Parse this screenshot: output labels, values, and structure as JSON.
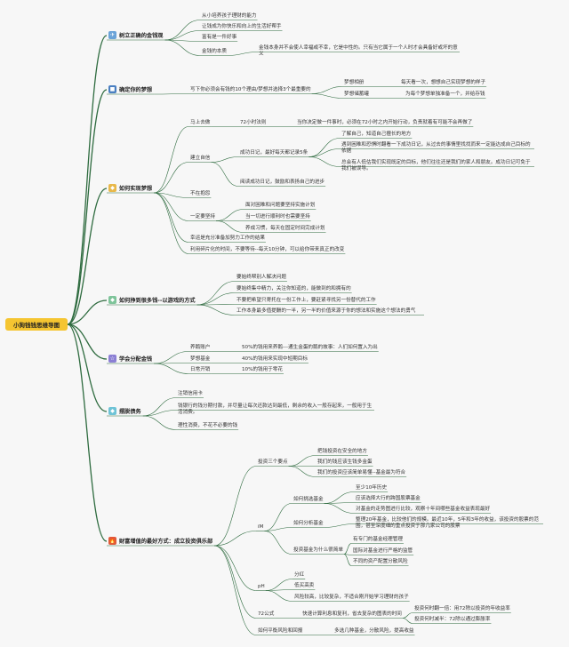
{
  "root": "小狗钱钱思维导图",
  "b1": [
    {
      "id": "k1",
      "label": "树立正确的金钱观",
      "icon": "paper-plane-icon",
      "color": "#6aa3d8",
      "glyph": "✈"
    },
    {
      "id": "k2",
      "label": "确定你的梦想",
      "icon": "square-icon",
      "color": "#4a7fc1",
      "glyph": "■"
    },
    {
      "id": "k3",
      "label": "如何实现梦想",
      "icon": "diamond-icon",
      "color": "#e8b84a",
      "glyph": "◆"
    },
    {
      "id": "k4",
      "label": "如何挣到很多钱--以游戏的方式",
      "icon": "diamond-icon",
      "color": "#7ec49a",
      "glyph": "◆"
    },
    {
      "id": "k5",
      "label": "学会分配金钱",
      "icon": "star-icon",
      "color": "#8b7fd4",
      "glyph": "☆"
    },
    {
      "id": "k6",
      "label": "摆脱债务",
      "icon": "diamond-icon",
      "color": "#6ec3d6",
      "glyph": "◆"
    },
    {
      "id": "k7",
      "label": "财富增值的最好方式：成立投资俱乐部",
      "icon": "fire-icon",
      "color": "#e05a3a",
      "glyph": "🔥"
    }
  ],
  "t": {
    "a1": "从小培养孩子理财的能力",
    "a2": "让钱成为你快乐和向上的生活好帮手",
    "a3": "富有是一件好事",
    "a4": "金钱的本质",
    "a5": "金钱本身并不会使人幸福或不幸，它是中性的。只有当它属于一个人时才会具备好或坏的意义",
    "b1": "写下你必须会有钱的10个理由/梦想并选择3个最重要的",
    "b2": "梦想相册",
    "b3": "每天看一次，想想自己实现梦想的样子",
    "b4": "梦想储蓄罐",
    "b5": "为每个梦想单独准备一个，并给存钱",
    "c1": "马上去做",
    "c2": "72小时法则",
    "c3": "当你决定做一件事时，必须在72小时之内开始行动，负责就着有可能不会再做了",
    "c4": "建立自信",
    "c5": "成功日记，最好每天都记录5条",
    "c6": "了解自己，知道自己擅长的地方",
    "c7": "遇到困难和恐惧时翻看一下成功日记，从过去的事情里找找而来一定能达成自己目标的依据",
    "c8": "总会有人低估我们实现既定的目标，他们往往还是我们的家人和朋友。成功日记可免于我们被误导。",
    "c9": "阅读成功日记，鼓励和表扬自己的进步",
    "c10": "不在抱怨",
    "c11": "一定要坚持",
    "c12": "面对困难和问题要坚持实施计划",
    "c13": "当一切进行顺利时也需要坚持",
    "c14": "养成习惯，每天在固定时间完成计划",
    "c15": "幸运是充分准备加努力工作的结果",
    "c16": "利用碎片化的时间，不要等待--每天10分钟，可以给你带来真正的改变",
    "d1": "要始终帮别人解决问题",
    "d2": "要始终集中精力，关注你知道的，能做到的和拥有的",
    "d3": "不要把希望只寄托在一份工作上，要赶紧寻找另一份替代的工作",
    "d4": "工作本身最多值提酬的一半，另一半的价值来源于你的想法和实施这个想法的勇气",
    "e1": "养鹅账户",
    "e2": "50%的钱用来养鹅---通生金蛋的鹅的故事：人们如何置入为出",
    "e3": "梦想基金",
    "e4": "40%的钱用来实现中短期目标",
    "e5": "日常开销",
    "e6": "10%的钱用于零花",
    "f1": "注销信用卡",
    "f2": "钱银行的钱分期付款，并尽量让每次还款达到最低，剩余的收入一般存起来，一般用于生活消费。",
    "f3": "理性消费，不花不必要的钱",
    "g1": "投资三个要点",
    "g2": "把钱投资在安全的地方",
    "g3": "我们的钱应该生钱多金蛋",
    "g4": "我们的投资应该简单易懂--基金最为符合",
    "g5": "iM",
    "g6": "如何挑选基金",
    "g7": "至少10年历史",
    "g8": "应该选择大行的跨国股票基金",
    "g9": "对基金的走势图进行比较，观察十年间哪些基金收益表现最好",
    "g10": "如何分析基金",
    "g11": "整理20年基金，比较他们的规模。最近10年，5年和3年的收益，该投资的股票的范围，甚至深度细的重点投资于那几家公司的股票",
    "g12": "投资基金为什么很简单",
    "g13": "有专门的基金经理管理",
    "g14": "国际对基金进行严格的监管",
    "g15": "不同的资产配置分散风险",
    "g16": "pH",
    "g17": "分红",
    "g18": "低买高卖",
    "g19": "风险较高，比较复杂，不适合刚开始学习理财的孩子",
    "g20": "72公式",
    "g21": "快速计算利息和复利，省去复杂的图表的时间",
    "g22": "投资何时翻一倍：用72除以投资的年收益率",
    "g23": "投资何时减半：72除以通过膨胀率",
    "g24": "如何平衡风险和回报",
    "g25": "多选几种基金，分散风险，提高收益"
  }
}
